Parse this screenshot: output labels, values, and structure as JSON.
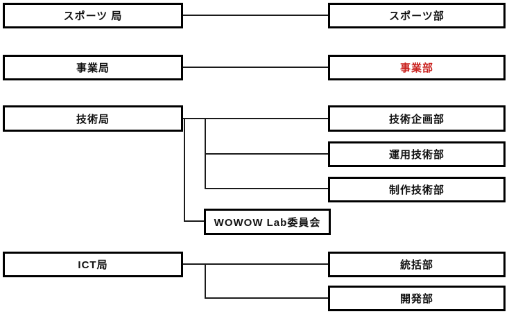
{
  "diagram": {
    "type": "org-chart",
    "colors": {
      "background": "#ffffff",
      "box_border": "#000000",
      "line": "#1a1a1a",
      "text": "#111111",
      "highlight_text": "#c9211e"
    },
    "nodes": {
      "sports_bureau": {
        "label": "スポーツ 局"
      },
      "sports_dept": {
        "label": "スポーツ部"
      },
      "business_bureau": {
        "label": "事業局"
      },
      "business_dept": {
        "label": "事業部",
        "highlighted": true
      },
      "tech_bureau": {
        "label": "技術局"
      },
      "tech_planning_dept": {
        "label": "技術企画部"
      },
      "operation_tech_dept": {
        "label": "運用技術部"
      },
      "production_tech_dept": {
        "label": "制作技術部"
      },
      "wowow_lab_committee": {
        "label": "WOWOW Lab委員会"
      },
      "ict_bureau": {
        "label": "ICT局"
      },
      "general_dept": {
        "label": "統括部"
      },
      "development_dept": {
        "label": "開発部"
      }
    },
    "edges": [
      {
        "from": "スポーツ 局",
        "to": "スポーツ部"
      },
      {
        "from": "事業局",
        "to": "事業部"
      },
      {
        "from": "技術局",
        "to": "技術企画部"
      },
      {
        "from": "技術局",
        "to": "運用技術部"
      },
      {
        "from": "技術局",
        "to": "制作技術部"
      },
      {
        "from": "技術局",
        "to": "WOWOW Lab委員会"
      },
      {
        "from": "ICT局",
        "to": "統括部"
      },
      {
        "from": "ICT局",
        "to": "開発部"
      }
    ]
  }
}
